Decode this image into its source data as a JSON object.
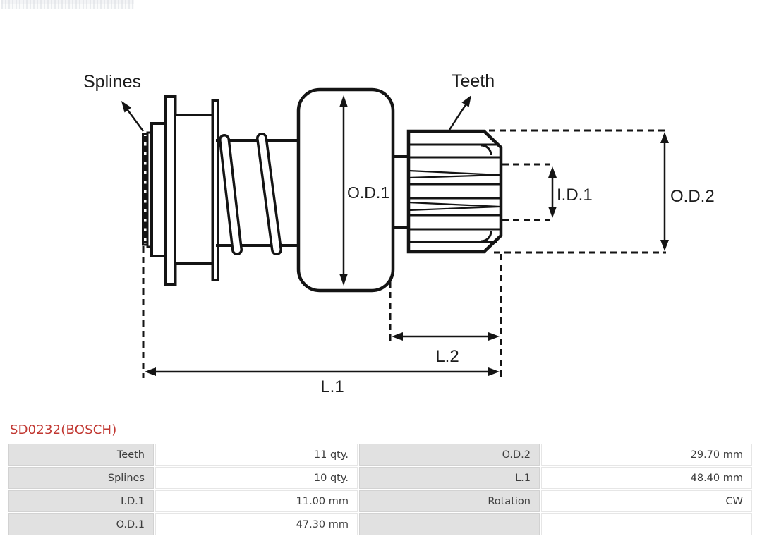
{
  "header": {
    "logo_remnant_icon": "faded-brand-watermark-strip"
  },
  "diagram": {
    "stroke_color": "#141414",
    "labels": {
      "splines": "Splines",
      "teeth": "Teeth",
      "od1": "O.D.1",
      "id1": "I.D.1",
      "od2": "O.D.2",
      "l1": "L.1",
      "l2": "L.2"
    }
  },
  "part": {
    "code": "SD0232(BOSCH)",
    "code_color": "#c13832"
  },
  "table": {
    "rows": [
      [
        "Teeth",
        "11 qty.",
        "O.D.2",
        "29.70 mm"
      ],
      [
        "Splines",
        "10 qty.",
        "L.1",
        "48.40 mm"
      ],
      [
        "I.D.1",
        "11.00 mm",
        "Rotation",
        "CW"
      ],
      [
        "O.D.1",
        "47.30 mm",
        "",
        ""
      ]
    ]
  }
}
